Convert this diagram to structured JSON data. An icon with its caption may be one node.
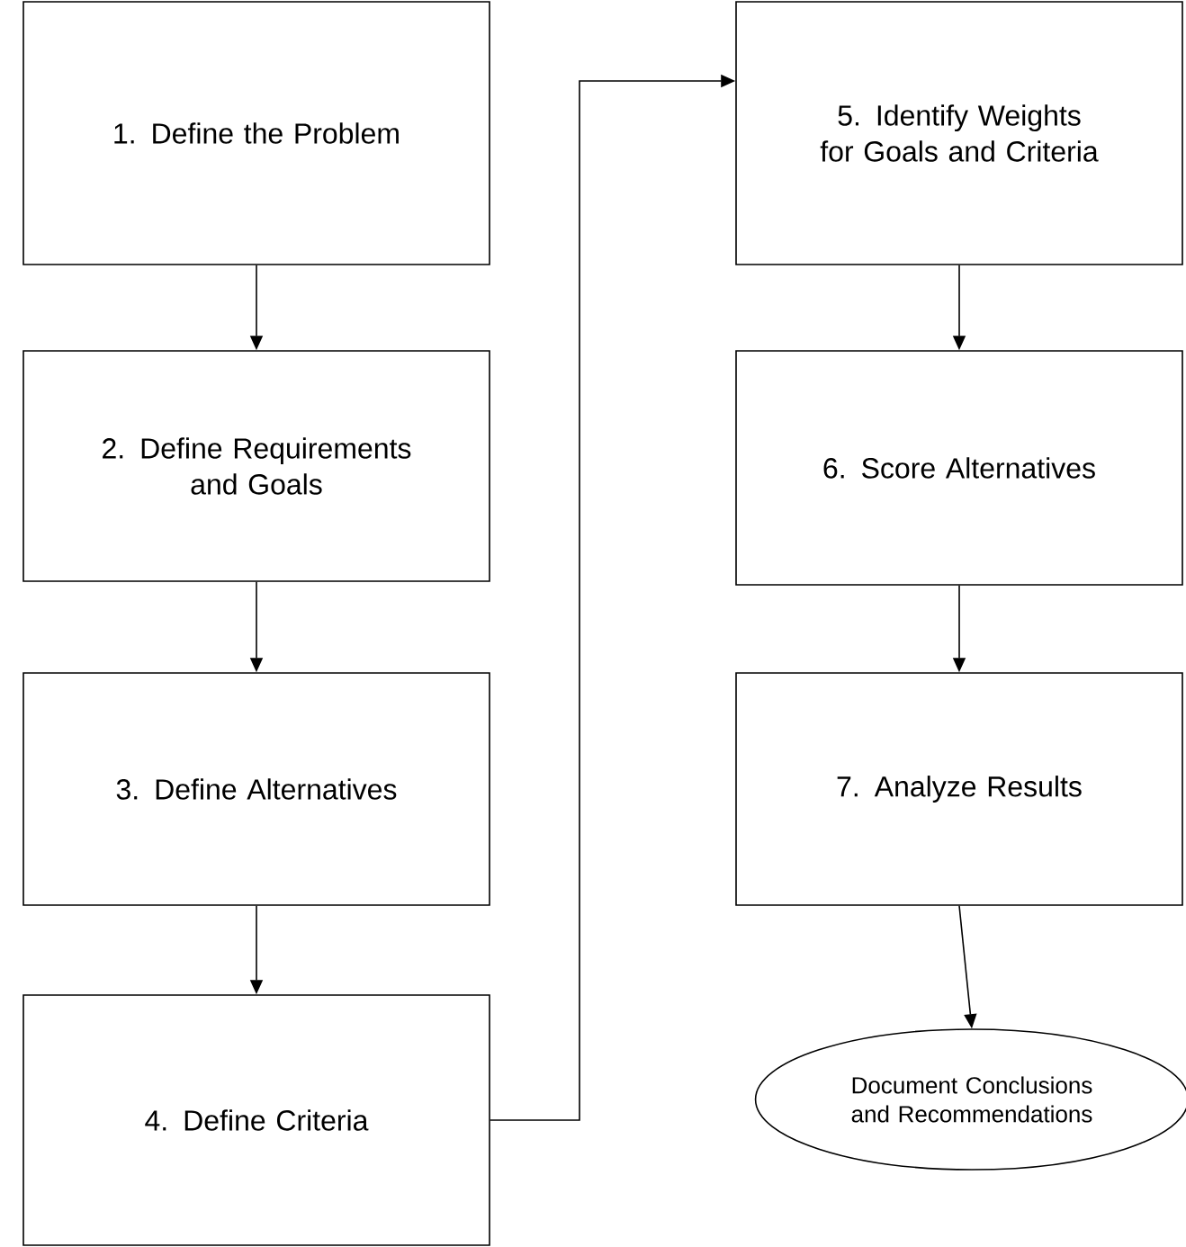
{
  "diagram": {
    "nodes": [
      {
        "text": [
          "1. Define the Problem"
        ]
      },
      {
        "text": [
          "2. Define Requirements and Goals"
        ]
      },
      {
        "text": [
          "3. Define Alternatives"
        ]
      },
      {
        "text": [
          "4. Define Criteria"
        ]
      },
      {
        "text": [
          "5. Identify Weights for Goals and Criteria"
        ]
      },
      {
        "text": [
          "6. Score Alternatives"
        ]
      },
      {
        "text": [
          "7. Analyze Results"
        ]
      },
      {
        "text": [
          "Document Conclusions and Recommendations"
        ]
      }
    ],
    "edges": [
      {
        "from": 0,
        "to": 1,
        "arrow": "to"
      },
      {
        "from": 1,
        "to": 2,
        "arrow": "to"
      },
      {
        "from": 2,
        "to": 3,
        "arrow": "to"
      },
      {
        "from": 3,
        "to": 4,
        "arrow": "to"
      },
      {
        "from": 4,
        "to": 5,
        "arrow": "to"
      },
      {
        "from": 5,
        "to": 6,
        "arrow": "to"
      },
      {
        "from": 6,
        "to": 7,
        "arrow": "to"
      }
    ]
  }
}
